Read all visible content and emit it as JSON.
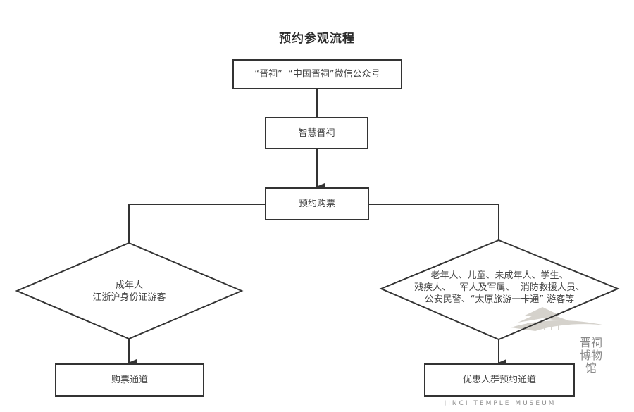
{
  "diagram": {
    "title": "预约参观流程",
    "nodes": {
      "wechat": {
        "label": "“晋祠”  “中国晋祠”微信公众号",
        "shape": "rect"
      },
      "smart": {
        "label": "智慧晋祠",
        "shape": "rect"
      },
      "booking": {
        "label": "预约购票",
        "shape": "rect"
      },
      "adult": {
        "label": "成年人\n江浙沪身份证游客",
        "shape": "diamond"
      },
      "discount": {
        "label": "老年人、儿童、未成年人、学生、\n残疾人、   军人及军属、  消防救援人员、\n公安民警、“太原旅游一卡通” 游客等",
        "shape": "diamond"
      },
      "ticket_channel": {
        "label": "购票通道",
        "shape": "rect"
      },
      "discount_channel": {
        "label": "优惠人群预约通道",
        "shape": "rect"
      }
    },
    "edges": [
      {
        "from": "wechat",
        "to": "smart",
        "arrow": false
      },
      {
        "from": "smart",
        "to": "booking",
        "arrow": true
      },
      {
        "from": "booking",
        "to": "adult",
        "arrow": false
      },
      {
        "from": "booking",
        "to": "discount",
        "arrow": false
      },
      {
        "from": "adult",
        "to": "ticket_channel",
        "arrow": true
      },
      {
        "from": "discount",
        "to": "discount_channel",
        "arrow": true
      }
    ],
    "colors": {
      "stroke": "#333333",
      "text": "#444444",
      "watermark": "#9a9a9a"
    }
  },
  "watermark": {
    "name_cn": "晋祠博物馆",
    "name_en": "JINCI TEMPLE MUSEUM"
  }
}
